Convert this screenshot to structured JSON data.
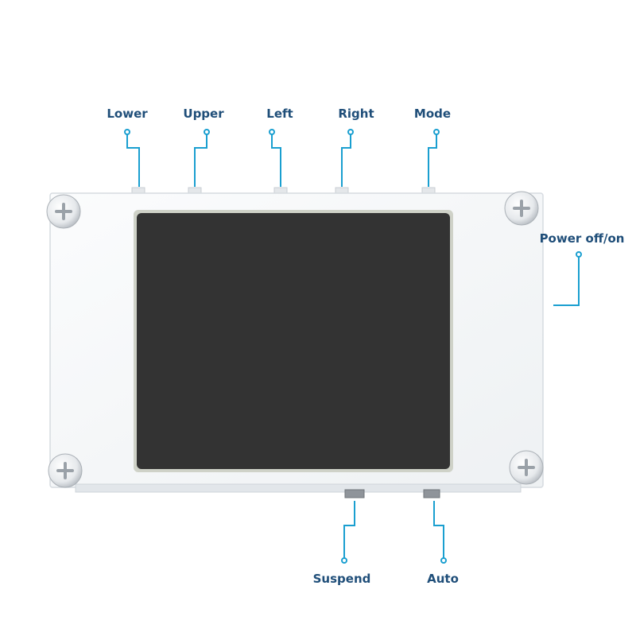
{
  "labels": {
    "lower": "Lower",
    "upper": "Upper",
    "left": "Left",
    "right": "Right",
    "mode": "Mode",
    "power": "Power off/on",
    "suspend": "Suspend",
    "auto": "Auto"
  },
  "colors": {
    "label_text": "#1f4e79",
    "leader_line": "#1a9fd0",
    "screen": "#333333",
    "case": "#f7f8f9",
    "case_edge": "#d8dde2"
  }
}
